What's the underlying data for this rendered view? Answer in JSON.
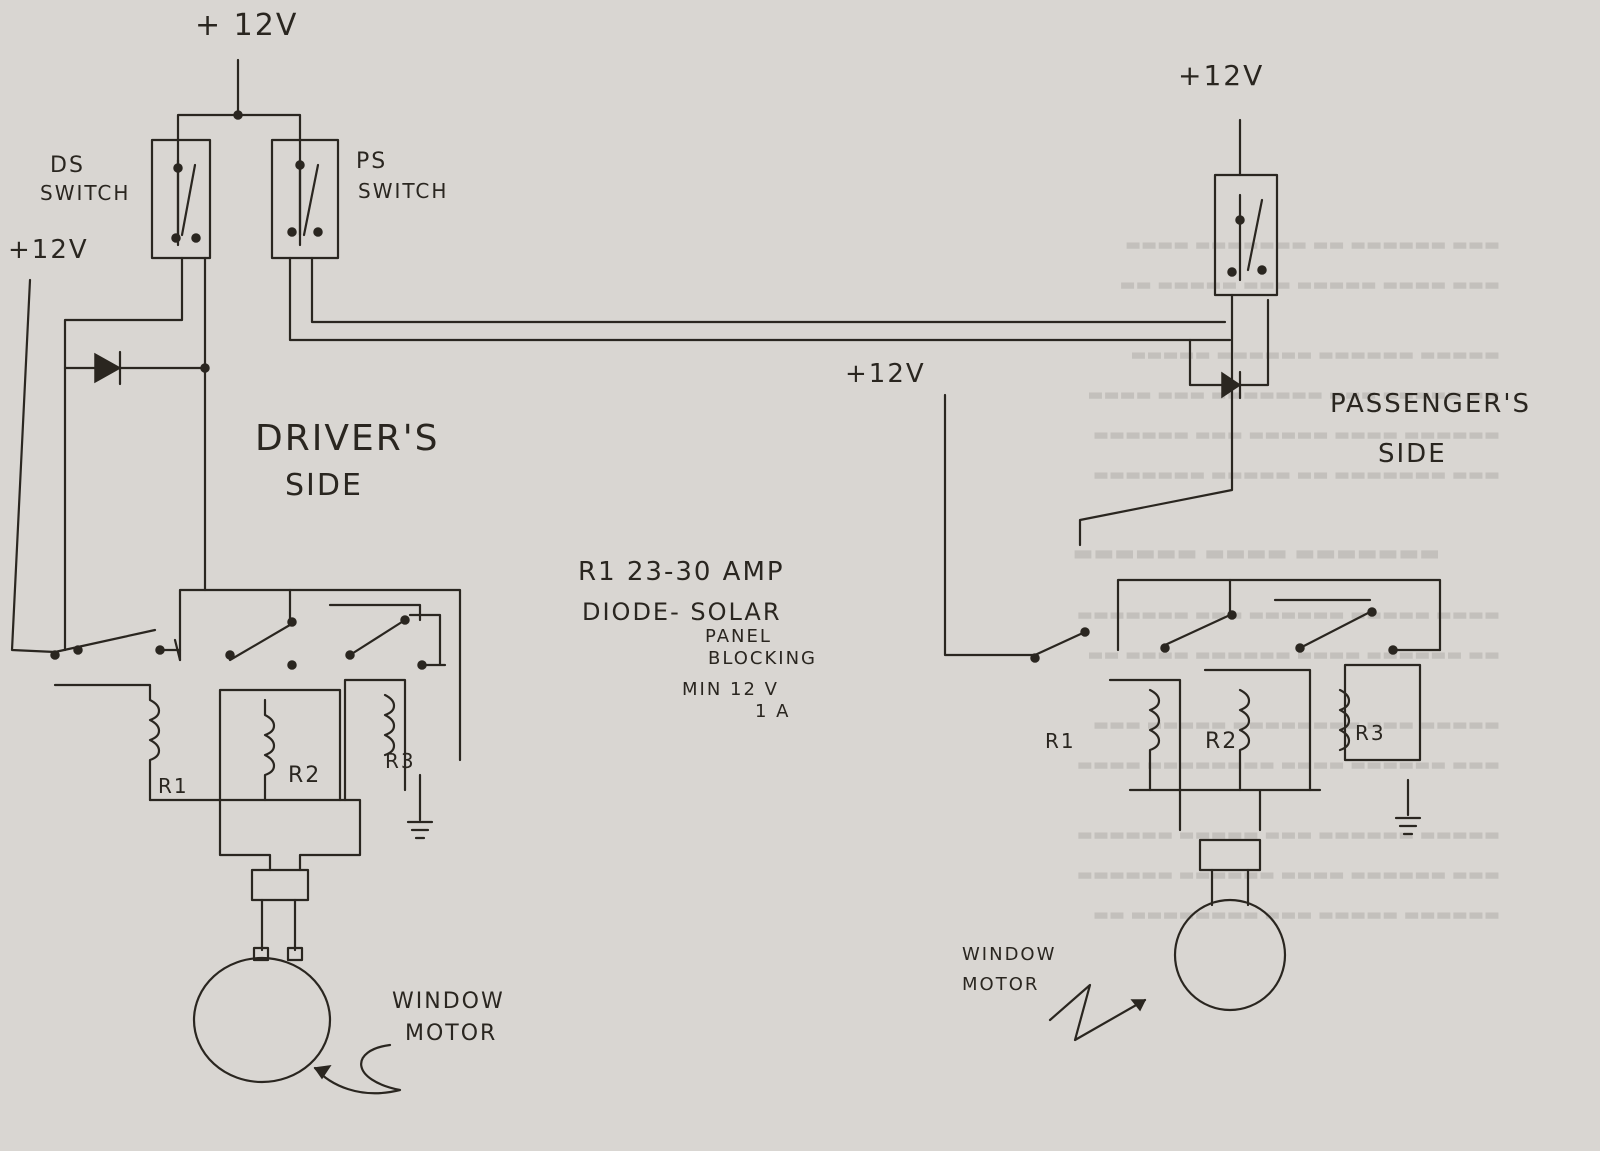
{
  "labels": {
    "top_supply": "+ 12V",
    "ds_switch_line1": "DS",
    "ds_switch_line2": "SWITCH",
    "ps_switch_line1": "PS",
    "ps_switch_line2": "SWITCH",
    "left_supply": "+12V",
    "drivers_side_line1": "DRIVER'S",
    "drivers_side_line2": "SIDE",
    "right_top_supply": "+12V",
    "middle_supply": "+12V",
    "passengers_side_line1": "PASSENGER'S",
    "passengers_side_line2": "SIDE",
    "note_r1": "R1 23-30 AMP",
    "note_diode_1": "DIODE- SOLAR",
    "note_diode_2": "PANEL",
    "note_diode_3": "BLOCKING",
    "note_min": "MIN 12 V",
    "note_amp": "1 A",
    "left_r1": "R1",
    "left_r2": "R2",
    "left_r3": "R3",
    "right_r1": "R1",
    "right_r2": "R2",
    "right_r3": "R3",
    "left_motor_line1": "WINDOW",
    "left_motor_line2": "MOTOR",
    "right_motor_line1": "WINDOW",
    "right_motor_line2": "MOTOR"
  },
  "colors": {
    "paper": "#d9d6d2",
    "ink": "#2a2620"
  }
}
